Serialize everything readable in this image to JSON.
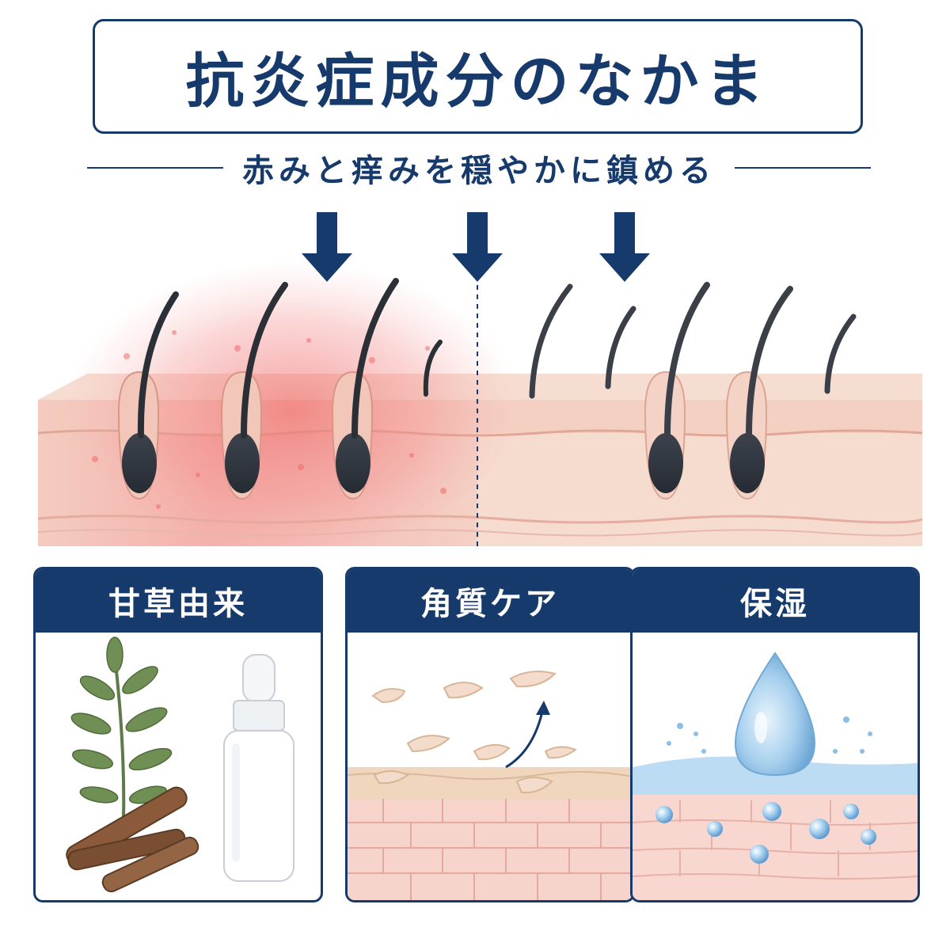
{
  "title": "抗炎症成分のなかま",
  "subtitle": "赤みと痒みを穏やかに鎮める",
  "panels": [
    {
      "title": "甘草由来",
      "icon": "licorice-plant-and-bottle-icon"
    },
    {
      "title": "角質ケア",
      "icon": "skin-flakes-exfoliation-icon"
    },
    {
      "title": "保湿",
      "icon": "water-drop-moisture-icon"
    }
  ],
  "colors": {
    "navy": "#173a6c",
    "skin": "#f7d8cd",
    "inflamed": "#f06a6a",
    "water": "#9cc8ec"
  }
}
